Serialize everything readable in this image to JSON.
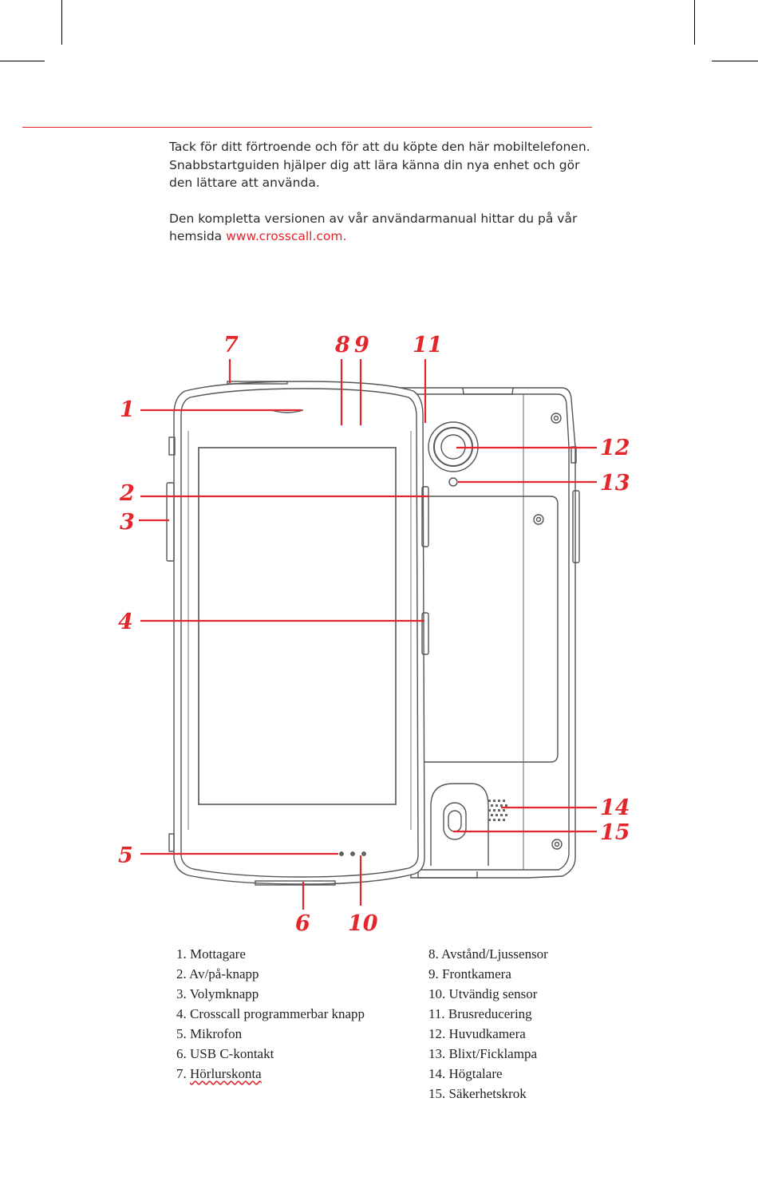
{
  "intro": {
    "line1": "Tack för ditt förtroende och för att du köpte den här mobiltelefonen.",
    "line2": "Snabbstartguiden hjälper dig att lära känna din nya enhet och gör den lättare att använda.",
    "line3_prefix": "Den kompletta versionen av vår användarmanual hittar du på vår hemsida ",
    "line3_link": "www.crosscall.com."
  },
  "callouts": {
    "c1": "1",
    "c2": "2",
    "c3": "3",
    "c4": "4",
    "c5": "5",
    "c6": "6",
    "c7": "7",
    "c8": "8",
    "c9": "9",
    "c10": "10",
    "c11": "11",
    "c12": "12",
    "c13": "13",
    "c14": "14",
    "c15": "15"
  },
  "legend_left": [
    "1. Mottagare",
    "2. Av/på-knapp",
    "3. Volymknapp",
    "4. Crosscall programmerbar knapp",
    "5. Mikrofon",
    "6. USB C-kontakt"
  ],
  "legend_left_last": {
    "number": "7. ",
    "text": "Hörlurskonta"
  },
  "legend_right": [
    "8. Avstånd/Ljussensor",
    "9. Frontkamera",
    "10. Utvändig sensor",
    "11. Brusreducering",
    "12. Huvudkamera",
    "13. Blixt/Ficklampa",
    "14. Högtalare",
    "15. Säkerhetskrok"
  ],
  "colors": {
    "accent": "#e3262b",
    "outline": "#555555"
  }
}
